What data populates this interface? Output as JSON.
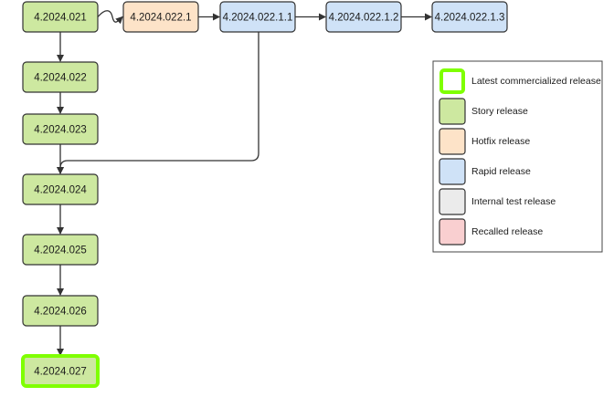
{
  "colors": {
    "story": "#cde8a0",
    "hotfix": "#fde3c8",
    "rapid": "#cfe2f7",
    "internal": "#ebebeb",
    "recalled": "#f9cfd0",
    "latest_border": "#7fff00",
    "stroke": "#333333"
  },
  "nodes": [
    {
      "id": "n021",
      "label": "4.2024.021",
      "kind": "story"
    },
    {
      "id": "n022",
      "label": "4.2024.022",
      "kind": "story"
    },
    {
      "id": "n023",
      "label": "4.2024.023",
      "kind": "story"
    },
    {
      "id": "n024",
      "label": "4.2024.024",
      "kind": "story"
    },
    {
      "id": "n025",
      "label": "4.2024.025",
      "kind": "story"
    },
    {
      "id": "n026",
      "label": "4.2024.026",
      "kind": "story"
    },
    {
      "id": "n027",
      "label": "4.2024.027",
      "kind": "story",
      "latest": true
    },
    {
      "id": "h0221",
      "label": "4.2024.022.1",
      "kind": "hotfix"
    },
    {
      "id": "r02211",
      "label": "4.2024.022.1.1",
      "kind": "rapid"
    },
    {
      "id": "r02212",
      "label": "4.2024.022.1.2",
      "kind": "rapid"
    },
    {
      "id": "r02213",
      "label": "4.2024.022.1.3",
      "kind": "rapid"
    }
  ],
  "legend": [
    {
      "label": "Latest commercialized release",
      "kind": "latest"
    },
    {
      "label": "Story release",
      "kind": "story"
    },
    {
      "label": "Hotfix release",
      "kind": "hotfix"
    },
    {
      "label": "Rapid release",
      "kind": "rapid"
    },
    {
      "label": "Internal test release",
      "kind": "internal"
    },
    {
      "label": "Recalled release",
      "kind": "recalled"
    }
  ]
}
